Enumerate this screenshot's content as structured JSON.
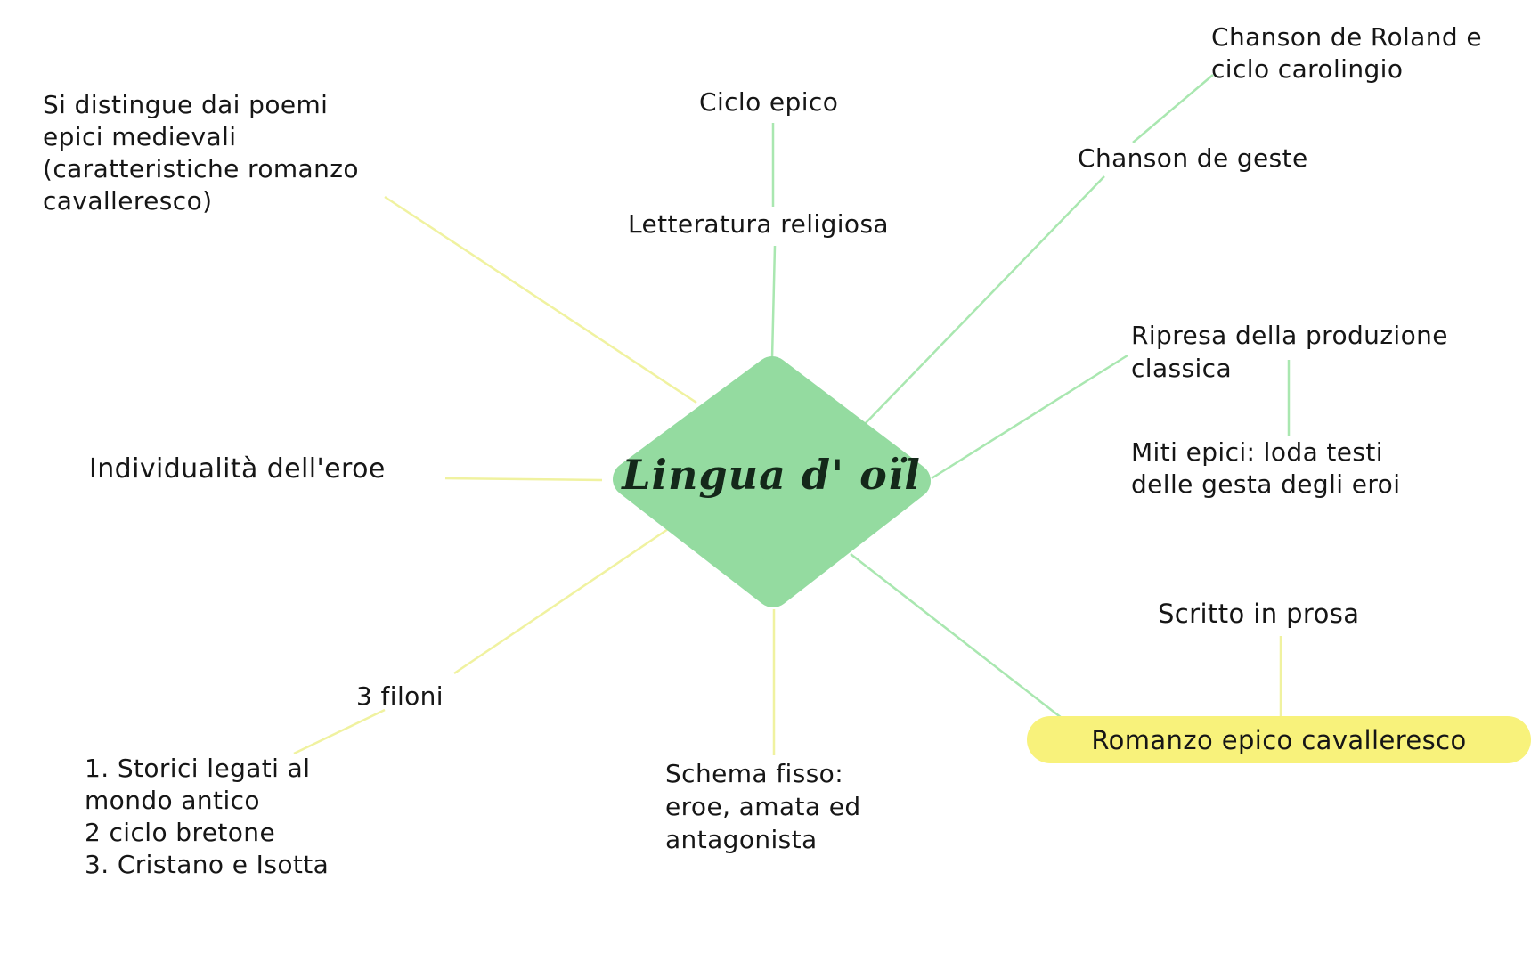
{
  "canvas": {
    "background": "#ffffff",
    "text_color": "#161616"
  },
  "colors": {
    "diamond_fill": "#94DBA0",
    "green_connector": "#A9E7B0",
    "yellow_connector": "#F0F2A0",
    "highlight_fill": "#F8F27B"
  },
  "center": {
    "label": "Lingua d' oïl"
  },
  "nodes": {
    "si_distingue": "Si distingue dai poemi\nepici medievali\n(caratteristiche romanzo\ncavalleresco)",
    "ciclo_epico": "Ciclo epico",
    "chanson_roland": "Chanson de Roland e\nciclo carolingio",
    "chanson_geste": "Chanson de geste",
    "letteratura_religiosa": "Letteratura religiosa",
    "ripresa_classica": "Ripresa della produzione\nclassica",
    "miti_epici": "Miti epici: loda testi\ndelle gesta degli eroi",
    "individualita_eroe": "Individualità dell'eroe",
    "scritto_in_prosa": "Scritto in prosa",
    "romanzo_epico": "Romanzo epico cavalleresco",
    "tre_filoni": "3 filoni",
    "filoni_elenco": "1. Storici legati al\nmondo antico\n2 ciclo bretone\n3. Cristano e Isotta",
    "schema_fisso": "Schema fisso:\neroe, amata ed\nantagonista"
  }
}
